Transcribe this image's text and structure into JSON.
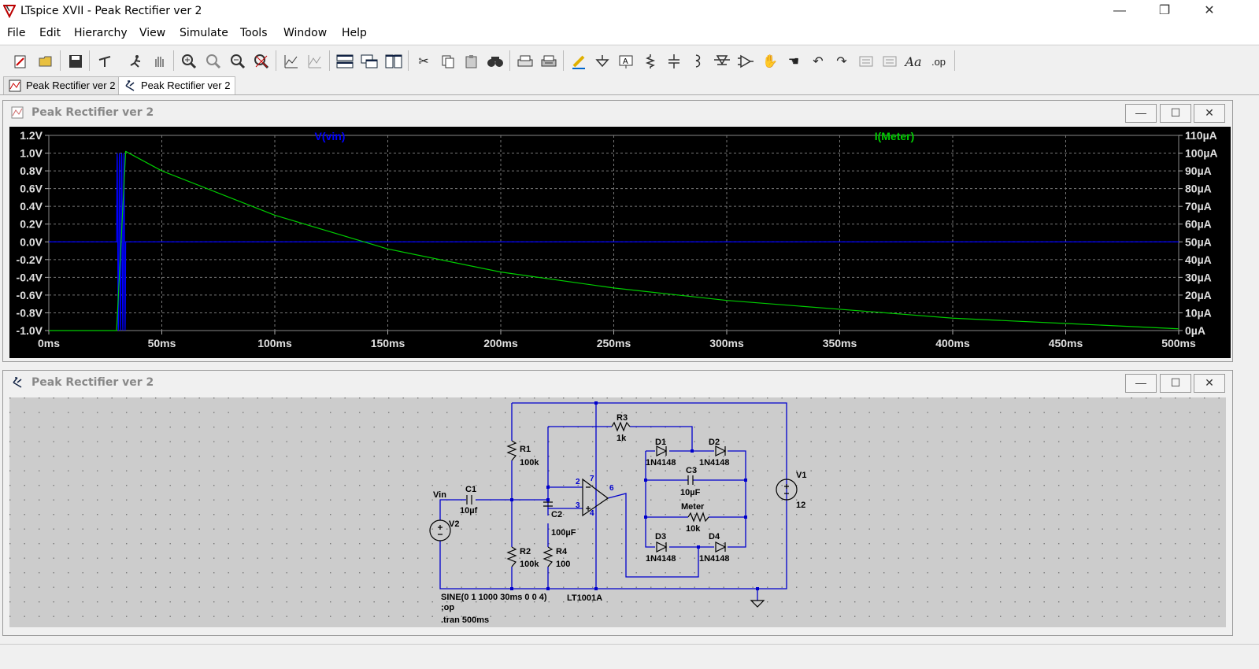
{
  "window": {
    "title": "LTspice XVII - Peak Rectifier ver 2",
    "minimize": "—",
    "maximize": "❐",
    "close": "✕"
  },
  "menu": [
    "File",
    "Edit",
    "Hierarchy",
    "View",
    "Simulate",
    "Tools",
    "Window",
    "Help"
  ],
  "toolbar": {
    "buttons": [
      "new-schematic-icon",
      "open-icon",
      "save-icon",
      "control-panel-icon",
      "run-icon",
      "halt-icon",
      "zoom-in-icon",
      "zoom-pan-icon",
      "zoom-out-icon",
      "zoom-fit-icon",
      "autorange-icon",
      "waveform-icon",
      "tile-horizontal-icon",
      "cascade-icon",
      "tile-vertical-icon",
      "cut-icon",
      "copy-icon",
      "paste-icon",
      "find-icon",
      "print-preview-icon",
      "print-icon",
      "draw-wire-icon",
      "ground-icon",
      "label-net-icon",
      "resistor-icon",
      "capacitor-icon",
      "inductor-icon",
      "diode-icon",
      "component-icon",
      "move-icon",
      "drag-icon",
      "undo-icon",
      "redo-icon",
      "rotate-icon",
      "mirror-icon",
      "text-icon",
      "spice-directive-icon"
    ],
    "text_aa": "Aa",
    "text_op": ".op"
  },
  "tabs": [
    {
      "label": "Peak Rectifier ver 2",
      "icon": "waveform-tab-icon",
      "active": false
    },
    {
      "label": "Peak Rectifier ver 2",
      "icon": "schematic-tab-icon",
      "active": true
    }
  ],
  "plot_window": {
    "title": "Peak Rectifier ver 2",
    "min": "—",
    "max": "☐",
    "close": "✕"
  },
  "schematic_window": {
    "title": "Peak Rectifier ver 2",
    "min": "—",
    "max": "☐",
    "close": "✕"
  },
  "colors": {
    "plot_bg": "#000000",
    "vin_trace": "#0000ff",
    "meter_trace": "#00cc00",
    "wire": "#0000cc",
    "schematic_bg": "#cccccc"
  },
  "chart_data": {
    "type": "line",
    "x_label": "",
    "xlim": [
      0,
      500
    ],
    "x_ticks": [
      "0ms",
      "50ms",
      "100ms",
      "150ms",
      "200ms",
      "250ms",
      "300ms",
      "350ms",
      "400ms",
      "450ms",
      "500ms"
    ],
    "ylim_left": [
      -1.0,
      1.2
    ],
    "y_ticks_left": [
      "1.2V",
      "1.0V",
      "0.8V",
      "0.6V",
      "0.4V",
      "0.2V",
      "0.0V",
      "-0.2V",
      "-0.4V",
      "-0.6V",
      "-0.8V",
      "-1.0V"
    ],
    "ylim_right": [
      0,
      110
    ],
    "y_ticks_right": [
      "110µA",
      "100µA",
      "90µA",
      "80µA",
      "70µA",
      "60µA",
      "50µA",
      "40µA",
      "30µA",
      "20µA",
      "10µA",
      "0µA"
    ],
    "grid": true,
    "series": [
      {
        "name": "V(vin)",
        "axis": "left",
        "color": "#0000ff",
        "burst": {
          "start_ms": 30,
          "end_ms": 34,
          "amplitude": 1.0
        },
        "x": [
          0,
          30,
          34,
          500
        ],
        "y": [
          0,
          0,
          0,
          0
        ]
      },
      {
        "name": "I(Meter)",
        "axis": "right",
        "color": "#00cc00",
        "x": [
          0,
          30,
          34,
          50,
          100,
          150,
          200,
          250,
          300,
          350,
          400,
          450,
          500
        ],
        "y": [
          0,
          0,
          101,
          90,
          65,
          46,
          33,
          24,
          17,
          12,
          7,
          4,
          1
        ]
      }
    ]
  },
  "schematic": {
    "labels": {
      "R3": "R3",
      "R3v": "1k",
      "D1": "D1",
      "D1v": "1N4148",
      "D2": "D2",
      "D2v": "1N4148",
      "C3": "C3",
      "C3v": "10µF",
      "Meter": "Meter",
      "Meterv": "10k",
      "D3": "D3",
      "D3v": "1N4148",
      "D4": "D4",
      "D4v": "1N4148",
      "R1": "R1",
      "R1v": "100k",
      "R2": "R2",
      "R2v": "100k",
      "R4": "R4",
      "R4v": "100",
      "C1": "C1",
      "C1v": "10µf",
      "C2": "C2",
      "C2v": "100µF",
      "V1": "V1",
      "V1v": "12",
      "V2": "V2",
      "Vin": "Vin",
      "opamp": "LT1001A",
      "pin2": "2",
      "pin3": "3",
      "pin4": "4",
      "pin6": "6",
      "pin7": "7",
      "source": "SINE(0 1 1000 30ms 0 0 4)",
      "op": ";op",
      "tran": ".tran 500ms"
    }
  }
}
